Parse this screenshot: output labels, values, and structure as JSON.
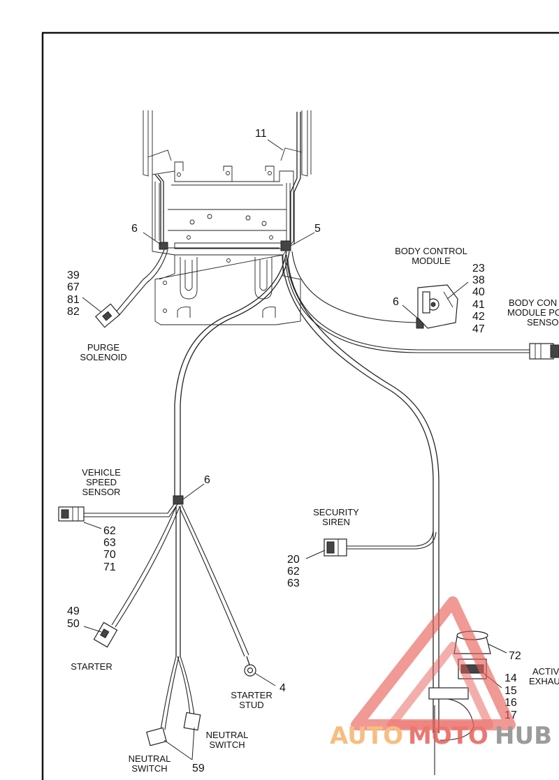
{
  "labels": {
    "purge_solenoid": [
      "PURGE",
      "SOLENOID"
    ],
    "body_control_module": [
      "BODY CONTROL",
      "MODULE"
    ],
    "body_control_module_pos_sensor": [
      "BODY CON",
      "MODULE PO",
      "SENSO"
    ],
    "vehicle_speed_sensor": [
      "VEHICLE",
      "SPEED",
      "SENSOR"
    ],
    "security_siren": [
      "SECURITY",
      "SIREN"
    ],
    "starter": "STARTER",
    "starter_stud": [
      "STARTER",
      "STUD"
    ],
    "neutral_switch_right": [
      "NEUTRAL",
      "SWITCH"
    ],
    "neutral_switch_left": [
      "NEUTRAL",
      "SWITCH"
    ],
    "active_exhaust": [
      "ACTIV",
      "EXHAU"
    ]
  },
  "callouts": {
    "c11": "11",
    "c6_top": "6",
    "c5": "5",
    "c6_bcm": "6",
    "c6_mid": "6",
    "purge_parts": [
      "39",
      "67",
      "81",
      "82"
    ],
    "bcm_parts": [
      "23",
      "38",
      "40",
      "41",
      "42",
      "47"
    ],
    "vss_parts": [
      "62",
      "63",
      "70",
      "71"
    ],
    "siren_parts": [
      "20",
      "62",
      "63"
    ],
    "starter_parts": [
      "49",
      "50"
    ],
    "stud_part": "4",
    "neutral_part": "59",
    "part_72": "72",
    "exhaust_parts": [
      "14",
      "15",
      "16",
      "17"
    ]
  },
  "watermark": {
    "text_part1": "AUTO",
    "text_part2": "MOTO",
    "text_part3": "HUB",
    "color_orange": "#f6b26b",
    "color_red": "#e8605a",
    "color_gray": "#8a8a8a"
  }
}
